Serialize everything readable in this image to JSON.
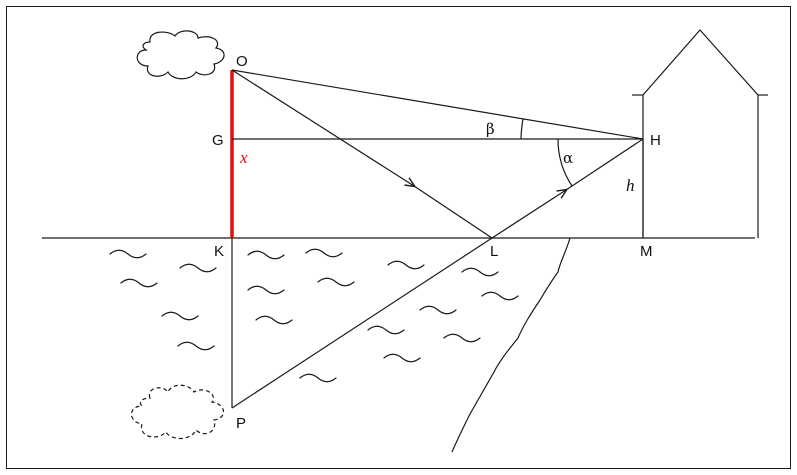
{
  "points": {
    "O": "O",
    "G": "G",
    "K": "K",
    "P": "P",
    "L": "L",
    "H": "H",
    "M": "M"
  },
  "segment_labels": {
    "x": "x",
    "h": "h"
  },
  "angles": {
    "alpha": "α",
    "beta": "β"
  },
  "colors": {
    "highlight": "#e01010",
    "line": "#1a1a1a"
  }
}
